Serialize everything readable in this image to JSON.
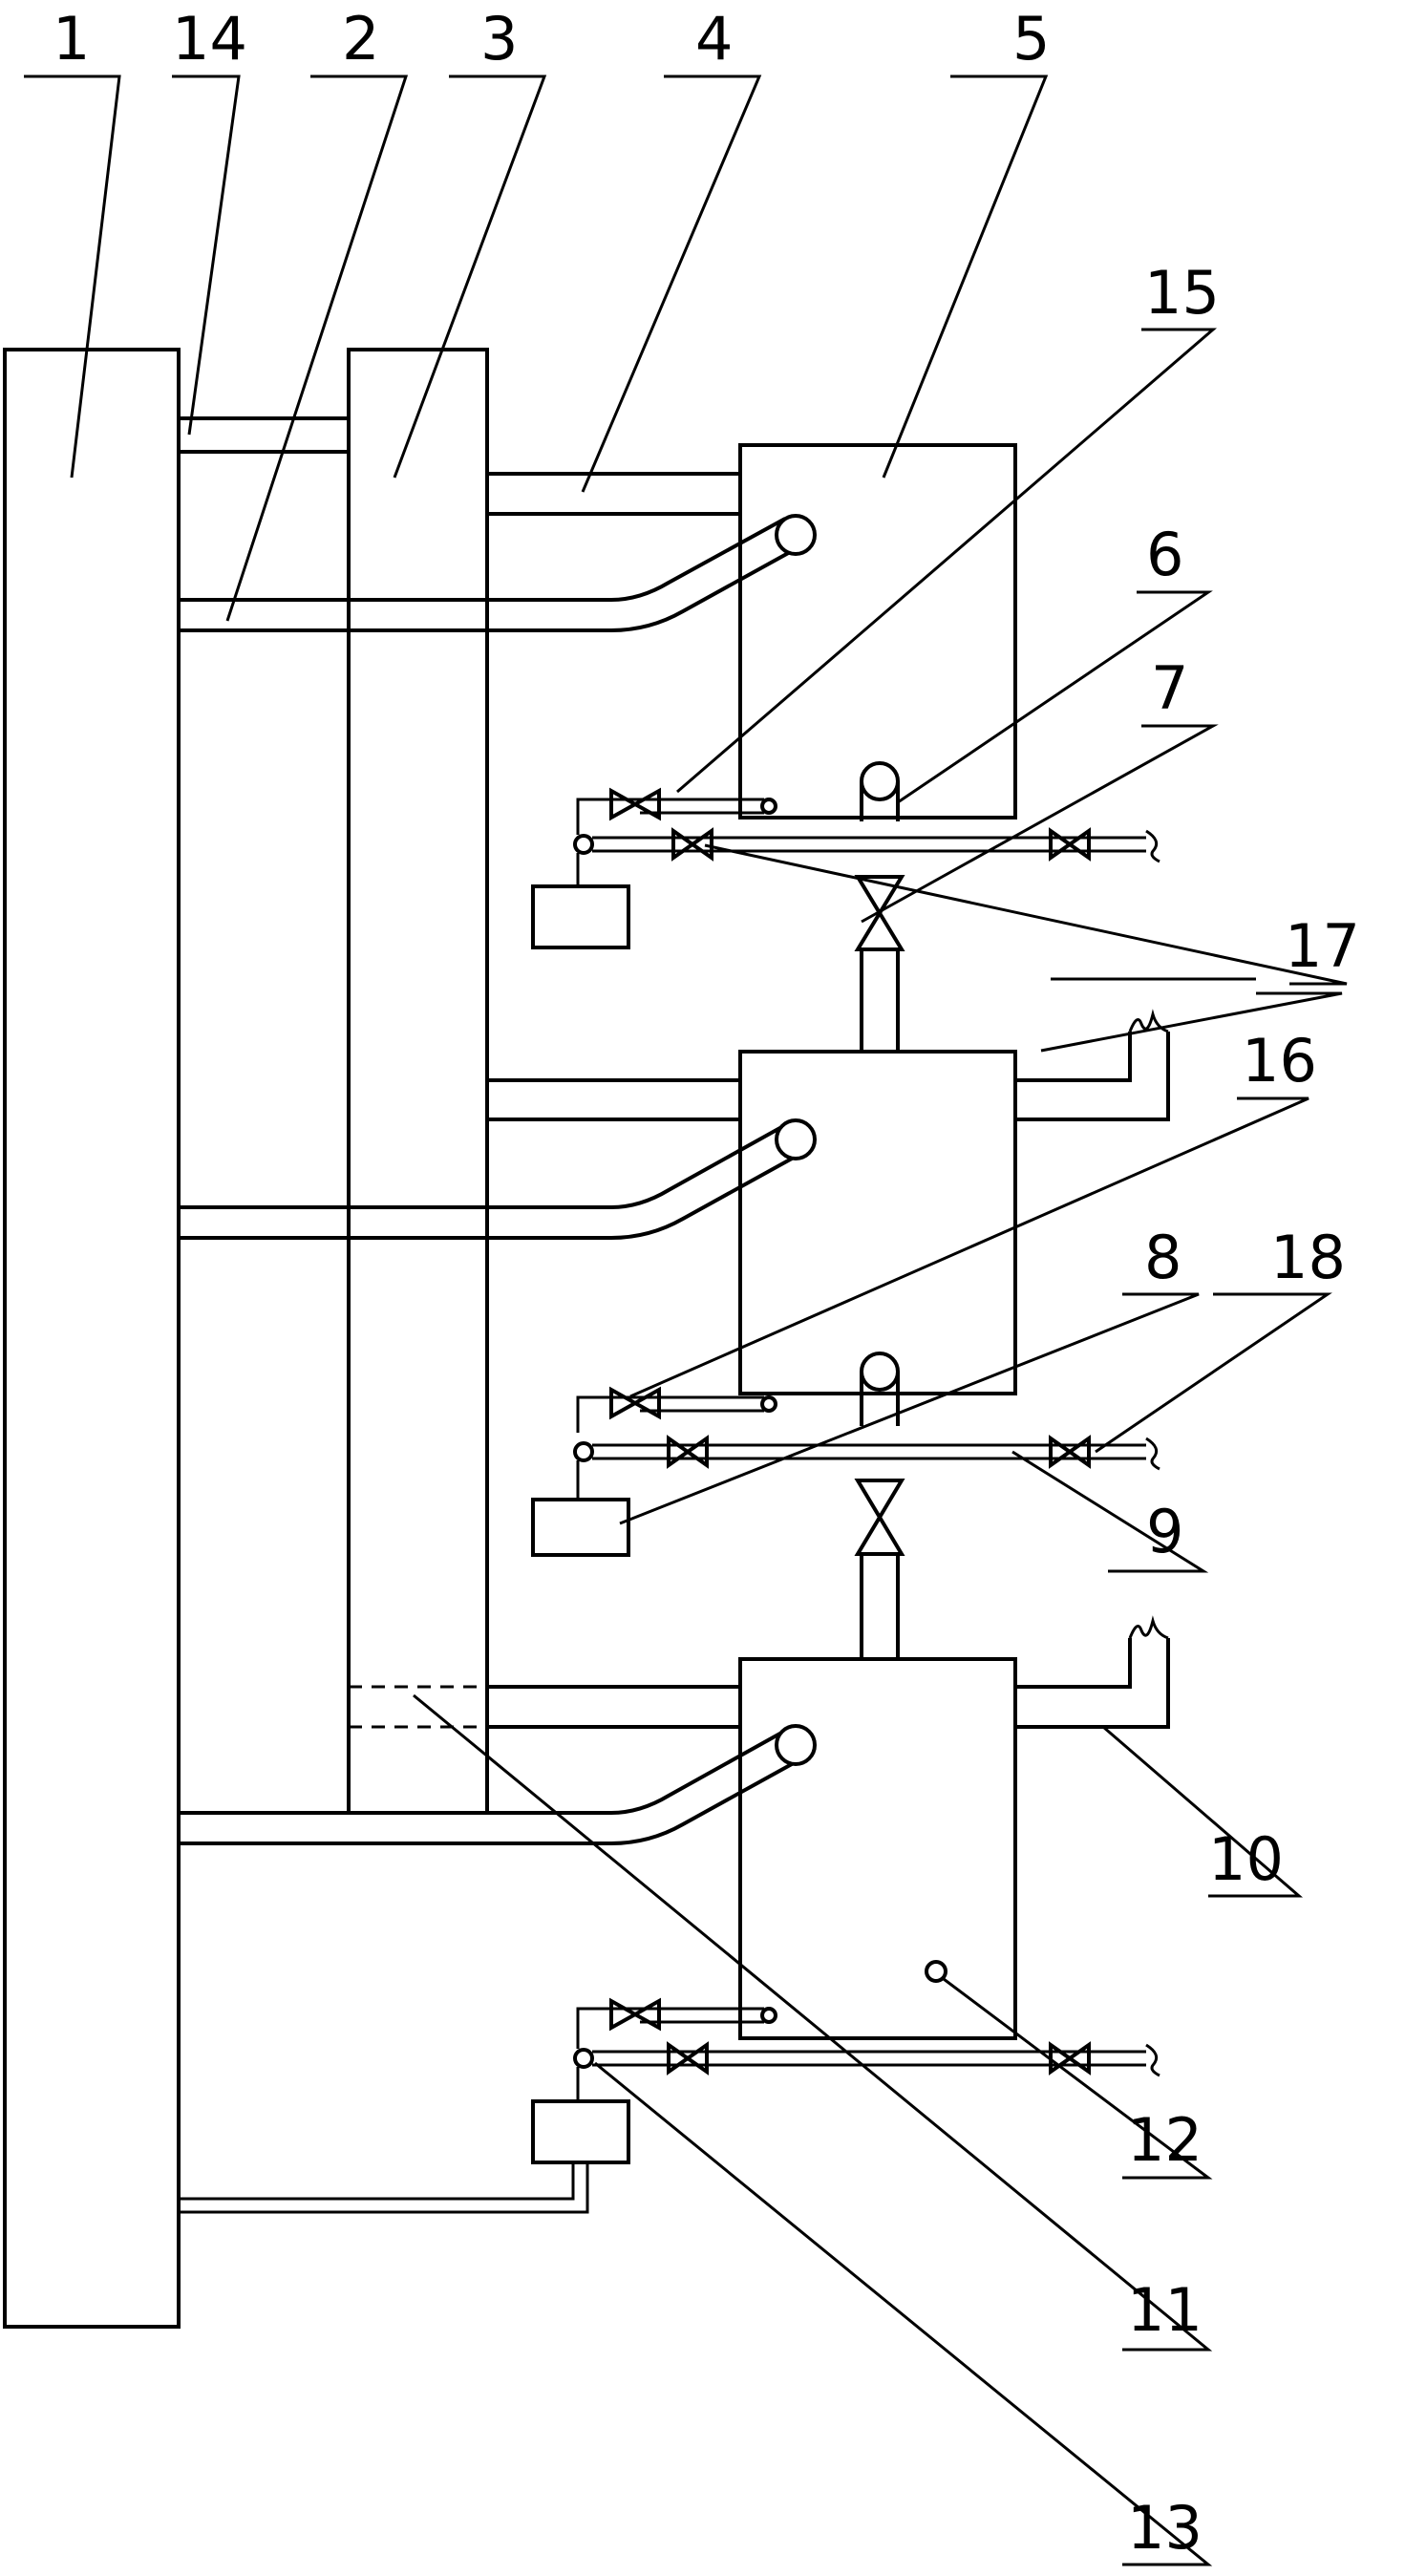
{
  "figure": {
    "part_numbers": {
      "p1": "1",
      "p2": "2",
      "p3": "3",
      "p4": "4",
      "p5": "5",
      "p6": "6",
      "p7": "7",
      "p8": "8",
      "p9": "9",
      "p10": "10",
      "p11": "11",
      "p12": "12",
      "p13": "13",
      "p14": "14",
      "p15": "15",
      "p16": "16",
      "p17": "17",
      "p18": "18"
    }
  }
}
